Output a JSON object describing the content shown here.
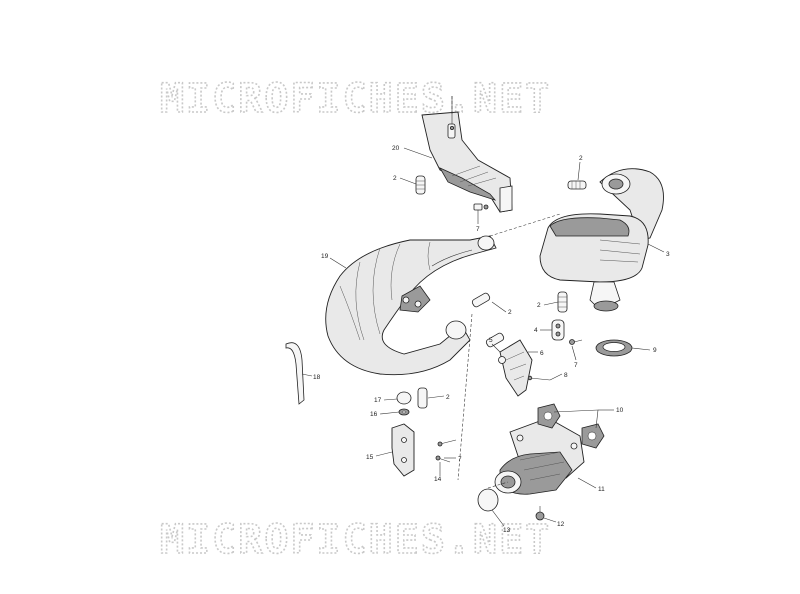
{
  "watermark": {
    "top": "MICROFICHES.NET",
    "bottom": "MICROFICHES.NET"
  },
  "callouts": {
    "c20": "20",
    "c2a": "2",
    "c7a": "7",
    "c2b": "2",
    "c3": "3",
    "c19": "19",
    "c2c": "2",
    "c2d": "2",
    "c4": "4",
    "c5": "5",
    "c6": "6",
    "c7b": "7",
    "c9": "9",
    "c8": "8",
    "c18": "18",
    "c17": "17",
    "c16": "16",
    "c2e": "2",
    "c10": "10",
    "c15": "15",
    "c7c": "7",
    "c14": "14",
    "c11": "11",
    "c12": "12",
    "c13": "13"
  }
}
